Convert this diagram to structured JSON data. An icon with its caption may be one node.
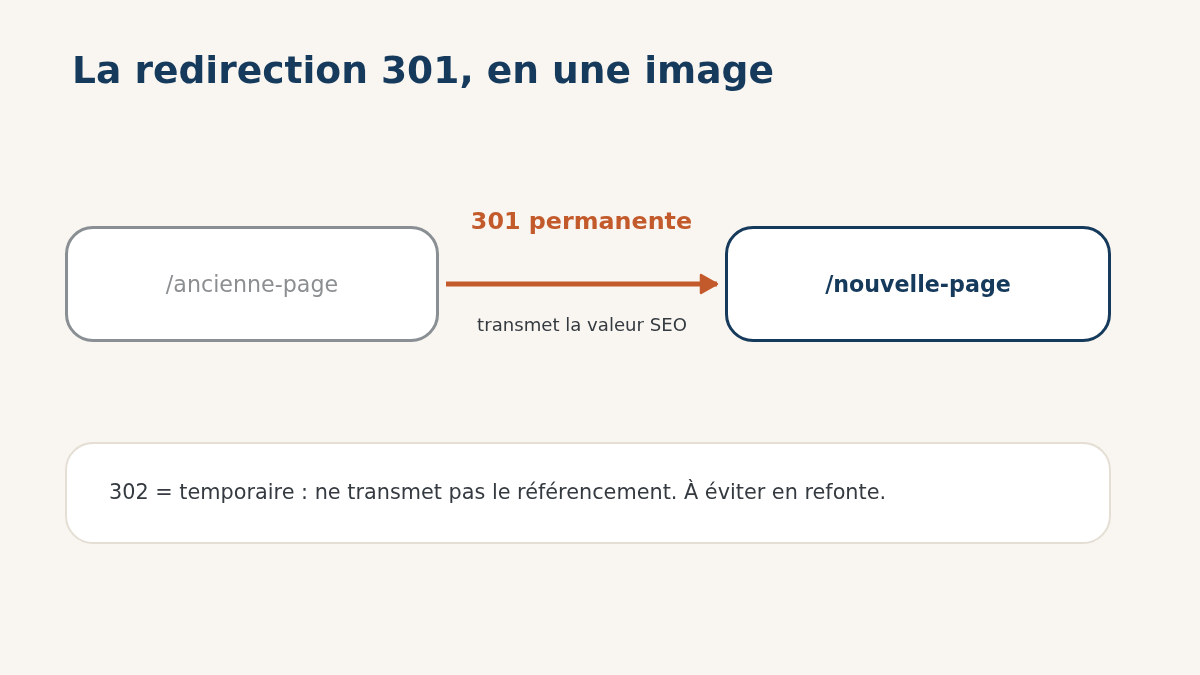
{
  "diagram": {
    "title": "La redirection 301, en une image",
    "nodes": [
      {
        "text": [
          "/ancienne-page"
        ]
      },
      {
        "text": [
          "/nouvelle-page"
        ]
      },
      {
        "text": [
          "302 = temporaire : ne transmet pas le référencement. À éviter en refonte."
        ]
      }
    ],
    "edges": [
      {
        "from": 0,
        "to": 1,
        "arrow": "to",
        "label": "301 permanente",
        "color": "#c35a2b"
      }
    ],
    "labels": [
      "transmet la valeur SEO"
    ]
  }
}
